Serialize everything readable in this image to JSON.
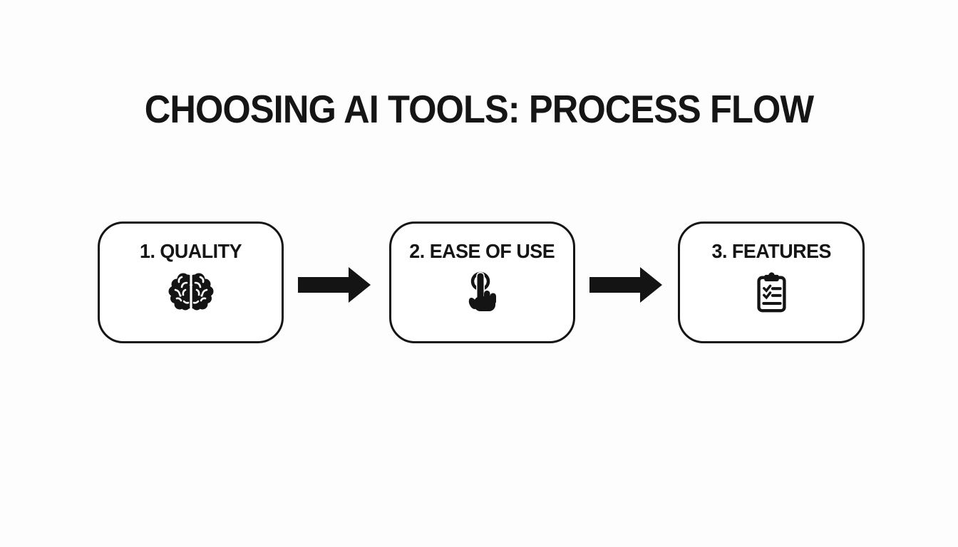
{
  "title": "CHOOSING AI TOOLS: PROCESS FLOW",
  "flow": {
    "steps": [
      {
        "label": "1. QUALITY",
        "icon": "brain-icon"
      },
      {
        "label": "2. EASE OF USE",
        "icon": "tap-gesture-icon"
      },
      {
        "label": "3. FEATURES",
        "icon": "checklist-clipboard-icon"
      }
    ],
    "connector_icon": "arrow-right-icon",
    "connector_count": 2
  },
  "colors": {
    "page_background": "#fdfdfd",
    "box_background": "#ffffff",
    "ink": "#141414"
  }
}
